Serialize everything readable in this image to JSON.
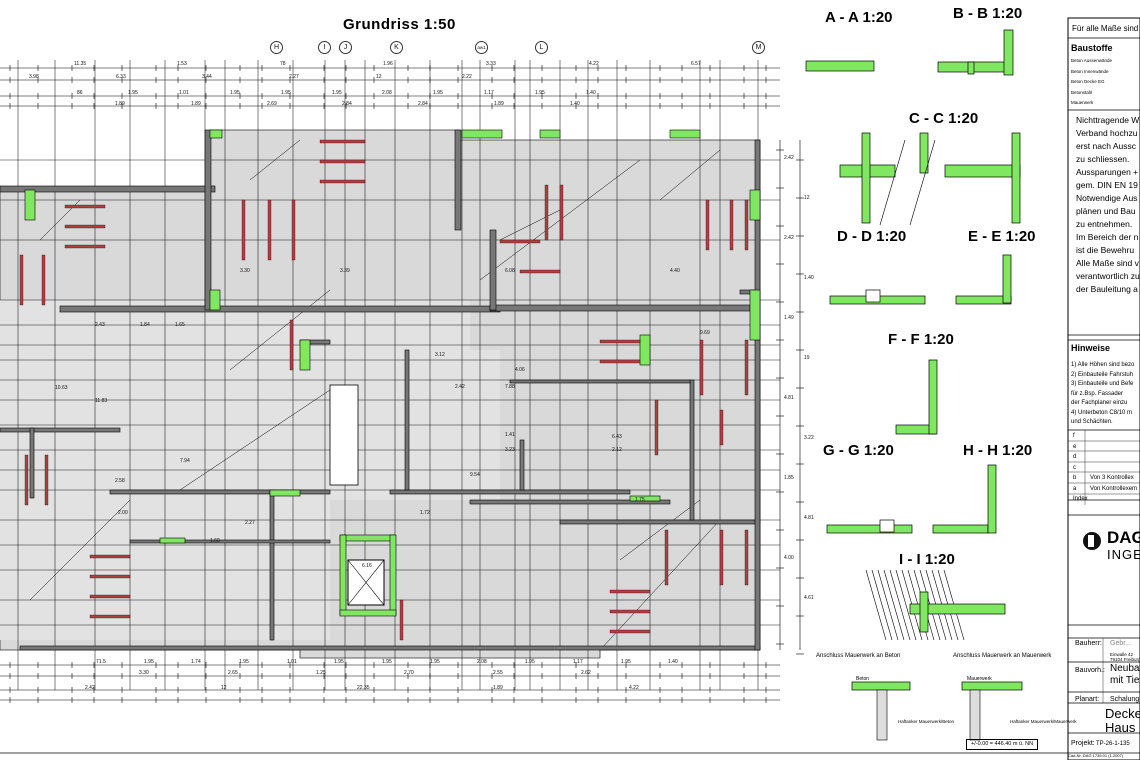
{
  "drawing": {
    "main_title": "Grundriss   1:50",
    "axis_labels": [
      "H",
      "I",
      "J",
      "K",
      "L",
      "M"
    ],
    "axis_label_small": "aw1",
    "top_dims_row1": [
      "11.35",
      "1.53",
      "78",
      "1.96",
      "3.33",
      "4.22",
      "6.57"
    ],
    "top_dims_row2": [
      "3.98",
      "6.33",
      "3.44",
      "2.27",
      "12",
      "2.22"
    ],
    "top_dims_row3": [
      "86",
      "1.95",
      "1.01",
      "1.95",
      "1.95",
      "1.95",
      "2.08",
      "1.95",
      "1.17",
      "1.95",
      "1.40"
    ],
    "top_dims_row4": [
      "1.89",
      "1.89",
      "2.69",
      "2.84",
      "2.84",
      "1.89",
      "1.40"
    ],
    "bottom_dims_row1": [
      "71.5",
      "1.95",
      "1.74",
      "1.95",
      "1.01",
      "1.95",
      "1.95",
      "1.95",
      "2.08",
      "1.95",
      "1.17",
      "1.95",
      "1.40"
    ],
    "bottom_dims_row2": [
      "3.30",
      "2.65",
      "1.25",
      "2.70",
      "2.55",
      "2.62"
    ],
    "bottom_dims_row3": [
      "2.42",
      "12",
      "22.35",
      "1.89",
      "4.22"
    ],
    "interior_dims": [
      "2.43",
      "1.84",
      "1.65",
      "3.12",
      "3.30",
      "3.39",
      "6.08",
      "4.40",
      "9.69",
      "4.06",
      "2.42",
      "7.88",
      "10.63",
      "11.83",
      "7.94",
      "2.58",
      "2.00",
      "2.27",
      "1.60",
      "6.16",
      "6.43",
      "2.12",
      "1.41",
      "3.23",
      "9.54",
      "1.75",
      "1.72"
    ],
    "right_dims": [
      "2.42",
      "12",
      "2.42",
      "1.40",
      "1.49",
      "19",
      "4.81",
      "3.22",
      "1.85",
      "4.81",
      "4.00",
      "4.61"
    ],
    "annotation_1": "Anschluss Mauerwerk an Beton",
    "annotation_2": "Anschluss Mauerwerk an Mauerwerk",
    "detail_labels": [
      "Beton",
      "Mauerwerk"
    ],
    "detail_note_1": "Haftanker Mauerwerk/Beton",
    "detail_note_2": "Haftanker Mauerwerk/Mauerwerk",
    "elevation_ref": "+/-0.00 = 446.40 m ü. NN",
    "footer_small": "Cad-Nr. DAG 1735.01 (1.2007)"
  },
  "sections": [
    {
      "label": "A - A  1:20"
    },
    {
      "label": "B - B  1:20"
    },
    {
      "label": "C - C  1:20"
    },
    {
      "label": "D - D  1:20"
    },
    {
      "label": "E - E  1:20"
    },
    {
      "label": "F - F  1:20"
    },
    {
      "label": "G - G  1:20"
    },
    {
      "label": "H - H  1:20"
    },
    {
      "label": "I - I  1:20"
    }
  ],
  "title_block": {
    "header": "Für alle Maße sind",
    "baustoffe_title": "Baustoffe",
    "baustoffe": [
      "Beton Aussenwände",
      "Beton Innenwände",
      "Beton Decke EG",
      "Betonstahl",
      "Mauerwerk"
    ],
    "notes": [
      "Nichttragende W",
      "Verband hochzu",
      "erst nach Aussc",
      "zu schliessen.",
      "Aussparungen +",
      "gem. DIN EN 19",
      "Notwendige Aus",
      "plänen und Bau",
      "zu entnehmen.",
      "Im Bereich der n",
      "ist die Bewehru",
      "Alle Maße sind v",
      "verantwortlich zu",
      "der Bauleitung a"
    ],
    "hinweise_title": "Hinweise",
    "hinweise": [
      "1) Alle Höhen sind bezo",
      "2) Einbauteile Fahrstuh",
      "3) Einbauteile und Befe",
      "   für z.Bsp. Fassader",
      "   der Fachplaner einzu",
      "4) Unterbeton C8/10 m",
      "   und Schächten."
    ],
    "index_rows": [
      "f",
      "e",
      "d",
      "c",
      "b",
      "a",
      "Index"
    ],
    "index_entries": [
      "",
      "",
      "",
      "",
      "Von 3 Kontrollex",
      "Von Kontrollexem",
      ""
    ],
    "logo_main": "DAG",
    "logo_sub": "INGE",
    "bauherr_label": "Bauherr:",
    "bauherr_value": "Gebr...",
    "bauherr_addr1": "Einwalle 42",
    "bauherr_addr2": "79104 Freiburg",
    "bauvorh_label": "Bauvorh.:",
    "bauvorh_value1": "Neubau",
    "bauvorh_value2": "mit Tief",
    "planart_label": "Planart:",
    "planart_value": "Schalungs",
    "plan_title1": "Decke",
    "plan_title2": "Haus I",
    "projekt_label": "Projekt:",
    "projekt_value": "TP-26-1-135"
  },
  "colors": {
    "concrete": "#d9d9d9",
    "wall_green": "#80e860",
    "line": "#000000",
    "brick": "#b04040"
  }
}
